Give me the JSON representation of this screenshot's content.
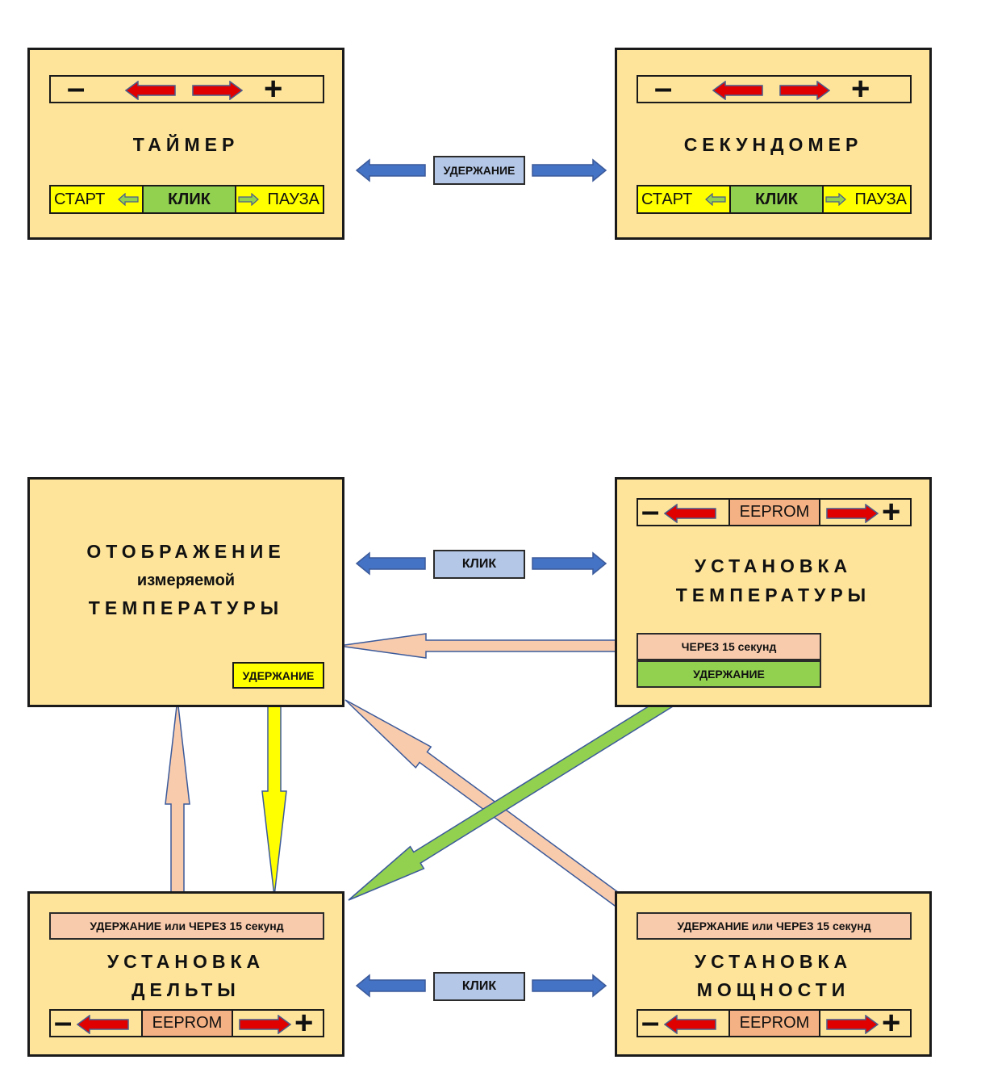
{
  "timer": {
    "title": "ТАЙМЕР",
    "minus": "–",
    "plus": "+",
    "start": "СТАРТ",
    "click": "КЛИК",
    "pause": "ПАУЗА"
  },
  "stopwatch": {
    "title": "СЕКУНДОМЕР",
    "minus": "–",
    "plus": "+",
    "start": "СТАРТ",
    "click": "КЛИК",
    "pause": "ПАУЗА"
  },
  "top_link": {
    "label": "УДЕРЖАНИЕ"
  },
  "display": {
    "line1": "ОТОБРАЖЕНИЕ",
    "line2": "измеряемой",
    "line3": "ТЕМПЕРАТУРЫ",
    "hold": "УДЕРЖАНИЕ"
  },
  "set_temp": {
    "line1": "УСТАНОВКА",
    "line2": "ТЕМПЕРАТУРЫ",
    "minus": "–",
    "plus": "+",
    "eeprom": "EEPROM",
    "after15": "ЧЕРЕЗ 15 секунд",
    "hold": "УДЕРЖАНИЕ"
  },
  "mid_link": {
    "label": "КЛИК"
  },
  "set_delta": {
    "line1": "УСТАНОВКА",
    "line2": "ДЕЛЬТЫ",
    "minus": "–",
    "plus": "+",
    "eeprom": "EEPROM",
    "exit": "УДЕРЖАНИЕ или ЧЕРЕЗ 15 секунд"
  },
  "set_power": {
    "line1": "УСТАНОВКА",
    "line2": "МОЩНОСТИ",
    "minus": "–",
    "plus": "+",
    "eeprom": "EEPROM",
    "exit": "УДЕРЖАНИЕ или ЧЕРЕЗ 15 секунд"
  },
  "bottom_link": {
    "label": "КЛИК"
  },
  "colors": {
    "panel": "#fde49a",
    "blue_arrow": "#4472c4",
    "red_arrow": "#e00000",
    "peach": "#f8cbad",
    "green": "#92d050",
    "yellow": "#ffff00",
    "label_blue": "#b4c7e7",
    "eeprom": "#f4b183"
  }
}
